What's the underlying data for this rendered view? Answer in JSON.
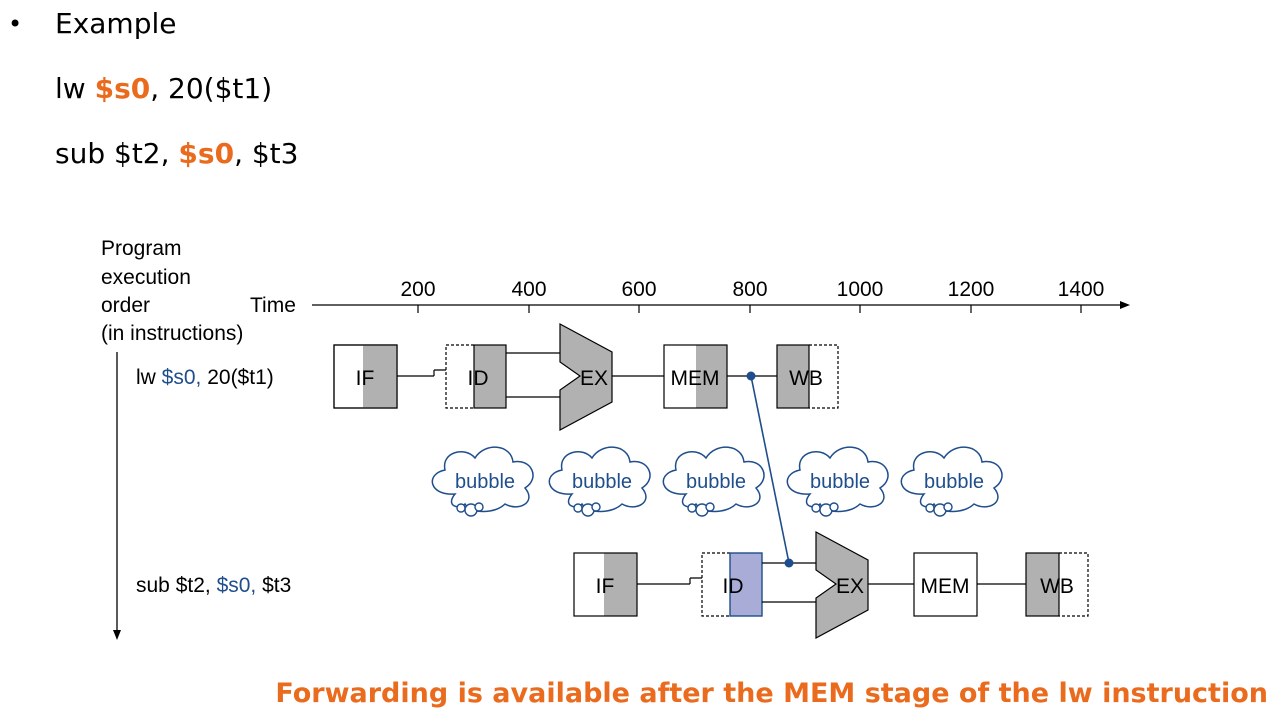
{
  "slide": {
    "bullet": "•",
    "example_label": "Example",
    "line1": {
      "op": "lw",
      "reg": "$s0",
      "rest": ", 20($t1)"
    },
    "line2": {
      "op": "sub $t2,",
      "reg": "$s0",
      "rest": ", $t3"
    },
    "footer": "Forwarding is available after the MEM stage of the lw instruction"
  },
  "diagram": {
    "order_label": [
      "Program",
      "execution",
      "order",
      "(in instructions)"
    ],
    "time_label": "Time",
    "time_ticks": [
      "200",
      "400",
      "600",
      "800",
      "1000",
      "1200",
      "1400"
    ],
    "instr1": {
      "pre": "lw ",
      "reg": "$s0,",
      "post": " 20($t1)"
    },
    "instr2": {
      "pre": "sub $t2, ",
      "reg": "$s0,",
      "post": " $t3"
    },
    "stages": {
      "if": "IF",
      "id": "ID",
      "ex": "EX",
      "mem": "MEM",
      "wb": "WB"
    },
    "bubble_label": "bubble",
    "colors": {
      "stage_fill": "#b1b1b1",
      "highlight_fill": "#a8acd6",
      "register_blue": "#1f4e8c",
      "accent_orange": "#ea6b1d"
    }
  }
}
